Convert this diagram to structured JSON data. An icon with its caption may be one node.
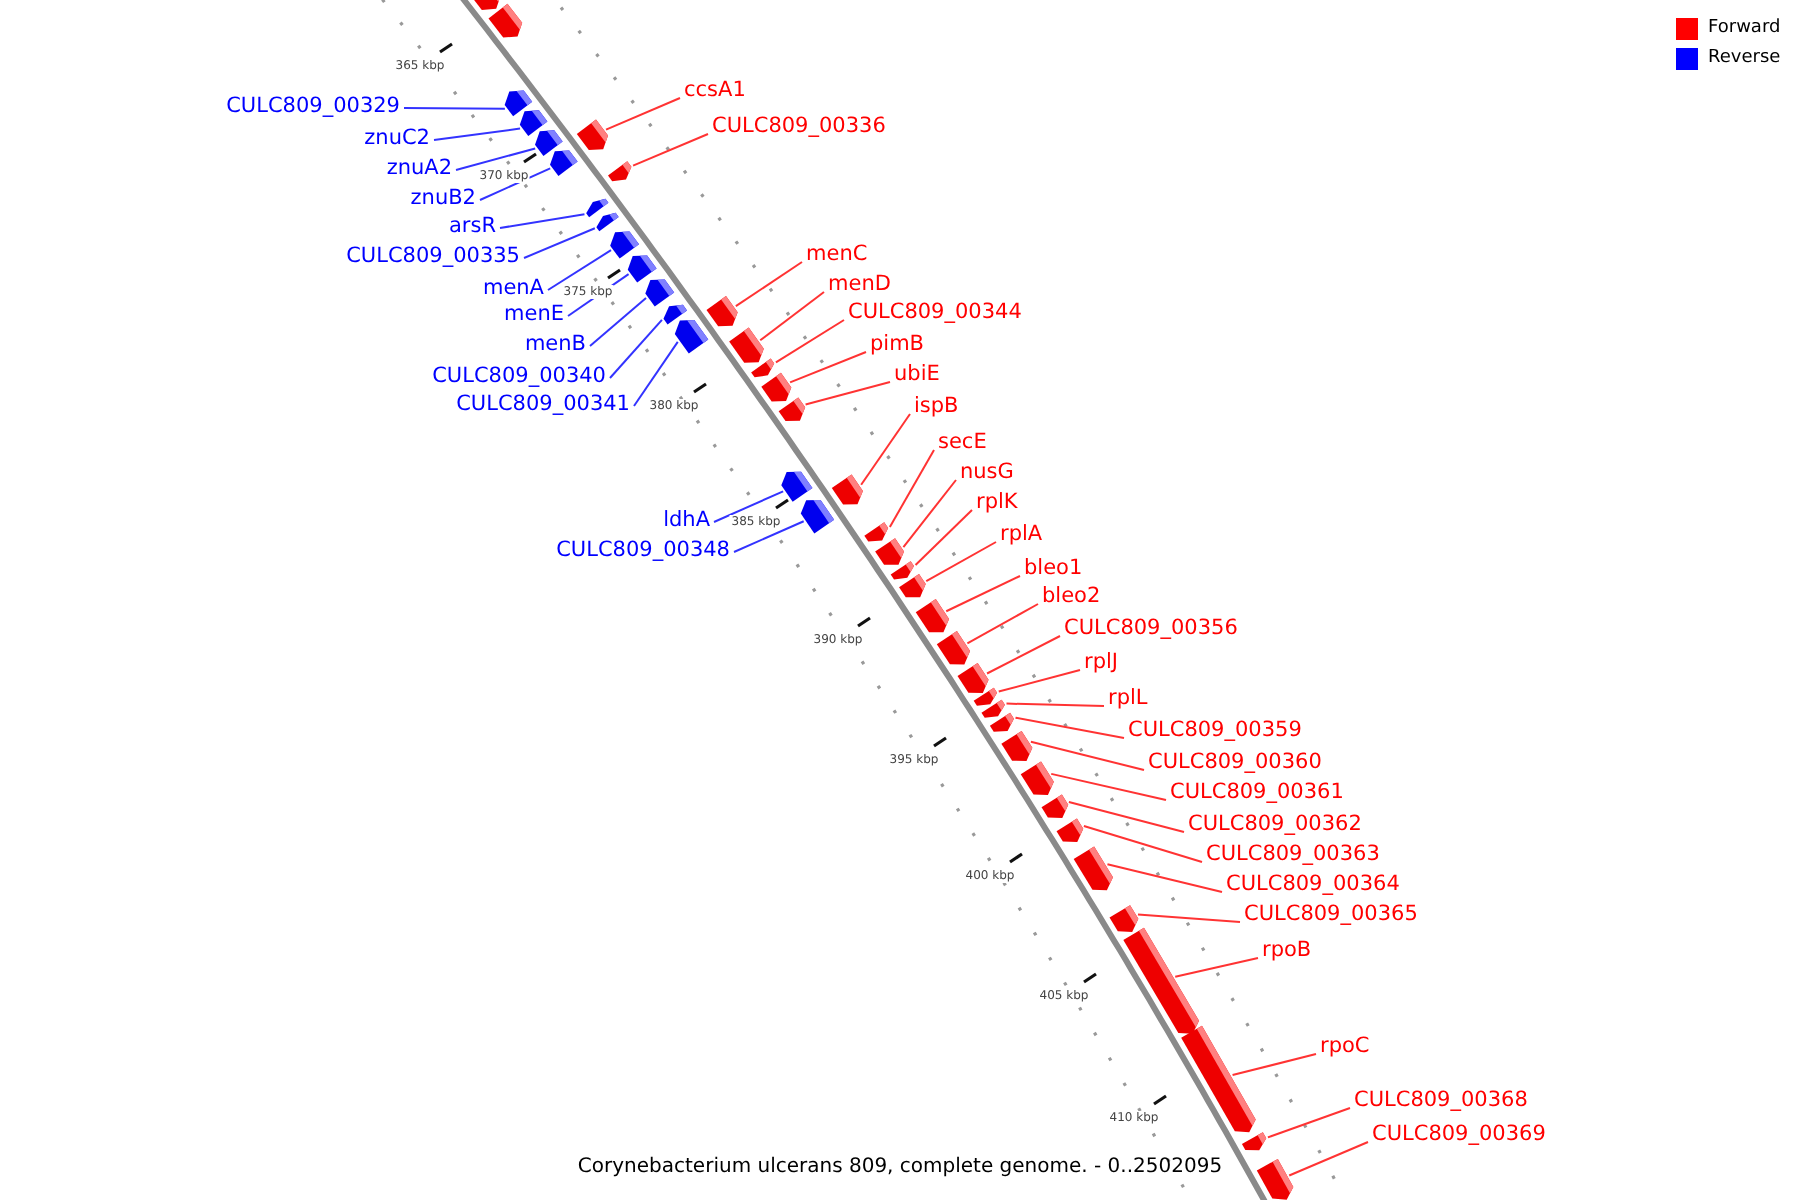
{
  "diagram": {
    "caption": "Corynebacterium ulcerans 809, complete genome. - 0..2502095",
    "nodes": [
      {
        "text": [],
        "shape": "bar"
      },
      {
        "text": [],
        "shape": "bar"
      },
      {
        "text": [
          "CULC809_00329"
        ]
      },
      {
        "text": [],
        "shape": "bar"
      },
      {
        "text": [
          "znuC2"
        ]
      },
      {
        "text": [],
        "shape": "bar"
      },
      {
        "text": [
          "znuA2"
        ]
      },
      {
        "text": [],
        "shape": "bar"
      },
      {
        "text": [
          "znuB2"
        ]
      },
      {
        "text": [],
        "shape": "bar"
      },
      {
        "text": [
          "arsR"
        ]
      },
      {
        "text": [],
        "shape": "bar"
      },
      {
        "text": [
          "CULC809_00335"
        ]
      },
      {
        "text": [],
        "shape": "bar"
      },
      {
        "text": [
          "menA"
        ]
      },
      {
        "text": [],
        "shape": "bar"
      },
      {
        "text": [
          "menE"
        ]
      },
      {
        "text": [],
        "shape": "bar"
      },
      {
        "text": [
          "menB"
        ]
      },
      {
        "text": [],
        "shape": "bar"
      },
      {
        "text": [
          "CULC809_00340"
        ]
      },
      {
        "text": [],
        "shape": "bar"
      },
      {
        "text": [
          "CULC809_00341"
        ]
      },
      {
        "text": [],
        "shape": "bar"
      },
      {
        "text": [
          "ldhA"
        ]
      },
      {
        "text": [],
        "shape": "bar"
      },
      {
        "text": [
          "CULC809_00348"
        ]
      },
      {
        "text": [],
        "shape": "bar"
      },
      {
        "text": [
          "ccsA1"
        ]
      },
      {
        "text": [],
        "shape": "bar"
      },
      {
        "text": [
          "CULC809_00336"
        ]
      },
      {
        "text": [],
        "shape": "bar"
      },
      {
        "text": [
          "menC"
        ]
      },
      {
        "text": [],
        "shape": "bar"
      },
      {
        "text": [
          "menD"
        ]
      },
      {
        "text": [],
        "shape": "bar"
      },
      {
        "text": [
          "CULC809_00344"
        ]
      },
      {
        "text": [],
        "shape": "bar"
      },
      {
        "text": [
          "pimB"
        ]
      },
      {
        "text": [],
        "shape": "bar"
      },
      {
        "text": [
          "ubiE"
        ]
      },
      {
        "text": [],
        "shape": "bar"
      },
      {
        "text": [
          "ispB"
        ]
      },
      {
        "text": [],
        "shape": "bar"
      },
      {
        "text": [
          "secE"
        ]
      },
      {
        "text": [],
        "shape": "bar"
      },
      {
        "text": [
          "nusG"
        ]
      },
      {
        "text": [],
        "shape": "bar"
      },
      {
        "text": [
          "rplK"
        ]
      },
      {
        "text": [],
        "shape": "bar"
      },
      {
        "text": [
          "rplA"
        ]
      },
      {
        "text": [],
        "shape": "bar"
      },
      {
        "text": [
          "bleo1"
        ]
      },
      {
        "text": [],
        "shape": "bar"
      },
      {
        "text": [
          "bleo2"
        ]
      },
      {
        "text": [],
        "shape": "bar"
      },
      {
        "text": [
          "CULC809_00356"
        ]
      },
      {
        "text": [],
        "shape": "bar"
      },
      {
        "text": [
          "rplJ"
        ]
      },
      {
        "text": [],
        "shape": "bar"
      },
      {
        "text": [
          "rplL"
        ]
      },
      {
        "text": [],
        "shape": "bar"
      },
      {
        "text": [
          "CULC809_00359"
        ]
      },
      {
        "text": [],
        "shape": "bar"
      },
      {
        "text": [
          "CULC809_00360"
        ]
      },
      {
        "text": [],
        "shape": "bar"
      },
      {
        "text": [
          "CULC809_00361"
        ]
      },
      {
        "text": [],
        "shape": "bar"
      },
      {
        "text": [
          "CULC809_00362"
        ]
      },
      {
        "text": [],
        "shape": "bar"
      },
      {
        "text": [
          "CULC809_00363"
        ]
      },
      {
        "text": [],
        "shape": "bar"
      },
      {
        "text": [
          "CULC809_00364"
        ]
      },
      {
        "text": [],
        "shape": "bar"
      },
      {
        "text": [
          "CULC809_00365"
        ]
      },
      {
        "text": [],
        "shape": "bar"
      },
      {
        "text": [
          "rpoB"
        ]
      },
      {
        "text": [],
        "shape": "bar"
      },
      {
        "text": [
          "rpoC"
        ]
      },
      {
        "text": [],
        "shape": "bar"
      },
      {
        "text": [
          "CULC809_00368"
        ]
      },
      {
        "text": [],
        "shape": "bar"
      },
      {
        "text": [
          "CULC809_00369"
        ]
      },
      {
        "text": [],
        "shape": "bar"
      }
    ],
    "edges": [
      {
        "from": 2,
        "to": 3,
        "arrow": "none",
        "color": "#3333ff"
      },
      {
        "from": 4,
        "to": 5,
        "arrow": "none",
        "color": "#3333ff"
      },
      {
        "from": 6,
        "to": 7,
        "arrow": "none",
        "color": "#3333ff"
      },
      {
        "from": 8,
        "to": 9,
        "arrow": "none",
        "color": "#3333ff"
      },
      {
        "from": 10,
        "to": 11,
        "arrow": "none",
        "color": "#3333ff"
      },
      {
        "from": 12,
        "to": 13,
        "arrow": "none",
        "color": "#3333ff"
      },
      {
        "from": 14,
        "to": 15,
        "arrow": "none",
        "color": "#3333ff"
      },
      {
        "from": 16,
        "to": 17,
        "arrow": "none",
        "color": "#3333ff"
      },
      {
        "from": 18,
        "to": 19,
        "arrow": "none",
        "color": "#3333ff"
      },
      {
        "from": 20,
        "to": 21,
        "arrow": "none",
        "color": "#3333ff"
      },
      {
        "from": 22,
        "to": 23,
        "arrow": "none",
        "color": "#3333ff"
      },
      {
        "from": 24,
        "to": 25,
        "arrow": "none",
        "color": "#3333ff"
      },
      {
        "from": 26,
        "to": 27,
        "arrow": "none",
        "color": "#3333ff"
      },
      {
        "from": 28,
        "to": 29,
        "arrow": "none"
      },
      {
        "from": 30,
        "to": 31,
        "arrow": "none"
      },
      {
        "from": 32,
        "to": 33,
        "arrow": "none"
      },
      {
        "from": 34,
        "to": 35,
        "arrow": "none"
      },
      {
        "from": 36,
        "to": 37,
        "arrow": "none"
      },
      {
        "from": 38,
        "to": 39,
        "arrow": "none"
      },
      {
        "from": 40,
        "to": 41,
        "arrow": "none"
      },
      {
        "from": 42,
        "to": 43,
        "arrow": "none"
      },
      {
        "from": 44,
        "to": 45,
        "arrow": "none"
      },
      {
        "from": 46,
        "to": 47,
        "arrow": "none"
      },
      {
        "from": 48,
        "to": 49,
        "arrow": "none"
      },
      {
        "from": 50,
        "to": 51,
        "arrow": "none"
      },
      {
        "from": 52,
        "to": 53,
        "arrow": "none"
      },
      {
        "from": 54,
        "to": 55,
        "arrow": "none"
      },
      {
        "from": 56,
        "to": 57,
        "arrow": "none"
      },
      {
        "from": 58,
        "to": 59,
        "arrow": "none"
      },
      {
        "from": 60,
        "to": 61,
        "arrow": "none"
      },
      {
        "from": 62,
        "to": 63,
        "arrow": "none"
      },
      {
        "from": 64,
        "to": 65,
        "arrow": "none"
      },
      {
        "from": 66,
        "to": 67,
        "arrow": "none"
      },
      {
        "from": 68,
        "to": 69,
        "arrow": "none"
      },
      {
        "from": 70,
        "to": 71,
        "arrow": "none"
      },
      {
        "from": 72,
        "to": 73,
        "arrow": "none"
      },
      {
        "from": 74,
        "to": 75,
        "arrow": "none"
      },
      {
        "from": 76,
        "to": 77,
        "arrow": "none"
      },
      {
        "from": 78,
        "to": 79,
        "arrow": "none"
      },
      {
        "from": 80,
        "to": 81,
        "arrow": "none"
      },
      {
        "from": 82,
        "to": 83,
        "arrow": "none"
      }
    ],
    "labels": [
      "365 kbp",
      "370 kbp",
      "375 kbp",
      "380 kbp",
      "385 kbp",
      "390 kbp",
      "395 kbp",
      "400 kbp",
      "405 kbp",
      "410 kbp"
    ],
    "legend": [
      {
        "text": "Forward",
        "color": "#ff0000"
      },
      {
        "text": "Reverse",
        "color": "#0000ff"
      }
    ]
  }
}
